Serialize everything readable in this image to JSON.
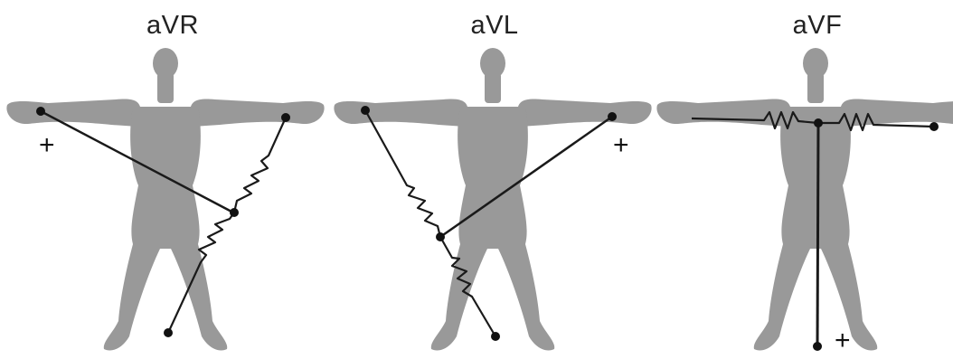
{
  "panels": [
    {
      "title": "aVR",
      "polarity": "+"
    },
    {
      "title": "aVL",
      "polarity": "+"
    },
    {
      "title": "aVF",
      "polarity": "+"
    }
  ],
  "colors": {
    "body": "#999999",
    "wire": "#1a1a1a",
    "electrode": "#111111"
  }
}
